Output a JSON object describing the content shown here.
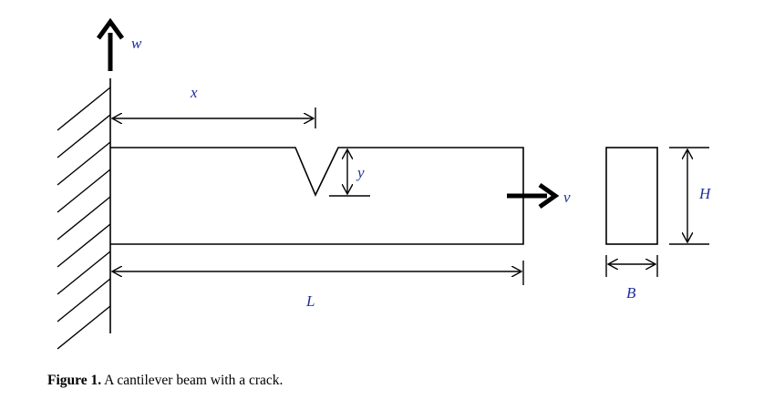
{
  "diagram": {
    "labels": {
      "w": "w",
      "x": "x",
      "y": "y",
      "v": "v",
      "L": "L",
      "H": "H",
      "B": "B"
    },
    "colors": {
      "label": "#1f2f9c",
      "line": "#000000"
    }
  },
  "caption": {
    "prefix": "Figure 1.",
    "text": " A cantilever beam with a crack."
  }
}
